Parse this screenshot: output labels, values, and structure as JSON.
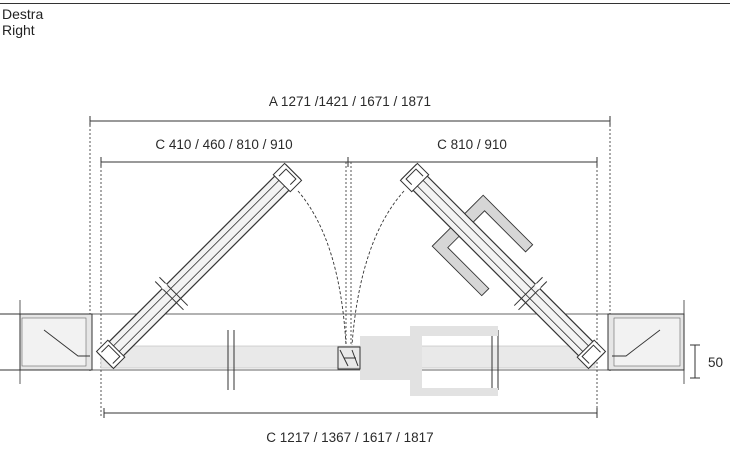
{
  "header": {
    "label_it": "Destra",
    "label_en": "Right"
  },
  "dimensions": {
    "A": "A  1271 /1421 / 1671 / 1871",
    "C_left": "C  410 / 460 / 810 / 910",
    "C_right": "C  810 / 910",
    "C_total": "C  1217 / 1367 / 1617 / 1817",
    "wall": "50"
  },
  "colors": {
    "line": "#333333",
    "wall_fill": "#e6e6e6",
    "closed_panel": "#e9e9e9",
    "handle_fill": "#d6d6d6"
  }
}
